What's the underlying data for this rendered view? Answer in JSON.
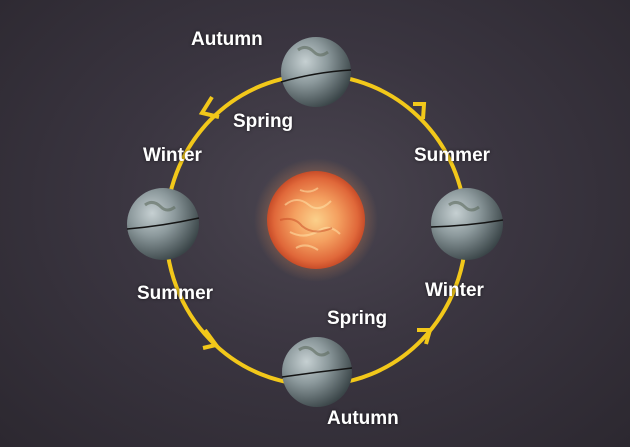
{
  "colors": {
    "orbit": "#f2c81a",
    "label_text": "#ffffff",
    "sun_core": "#f7b15a",
    "sun_edge": "#d9542a",
    "earth_light": "#aeb8bc",
    "earth_dark": "#3e4a4e"
  },
  "diagram": {
    "center_body": "sun",
    "orbit_direction": "counterclockwise",
    "positions": [
      {
        "id": "top",
        "north_label": "Autumn",
        "south_label": "Spring"
      },
      {
        "id": "left",
        "north_label": "Winter",
        "south_label": "Summer"
      },
      {
        "id": "right",
        "north_label": "Summer",
        "south_label": "Winter"
      },
      {
        "id": "bottom",
        "north_label": "Spring",
        "south_label": "Autumn"
      }
    ]
  }
}
